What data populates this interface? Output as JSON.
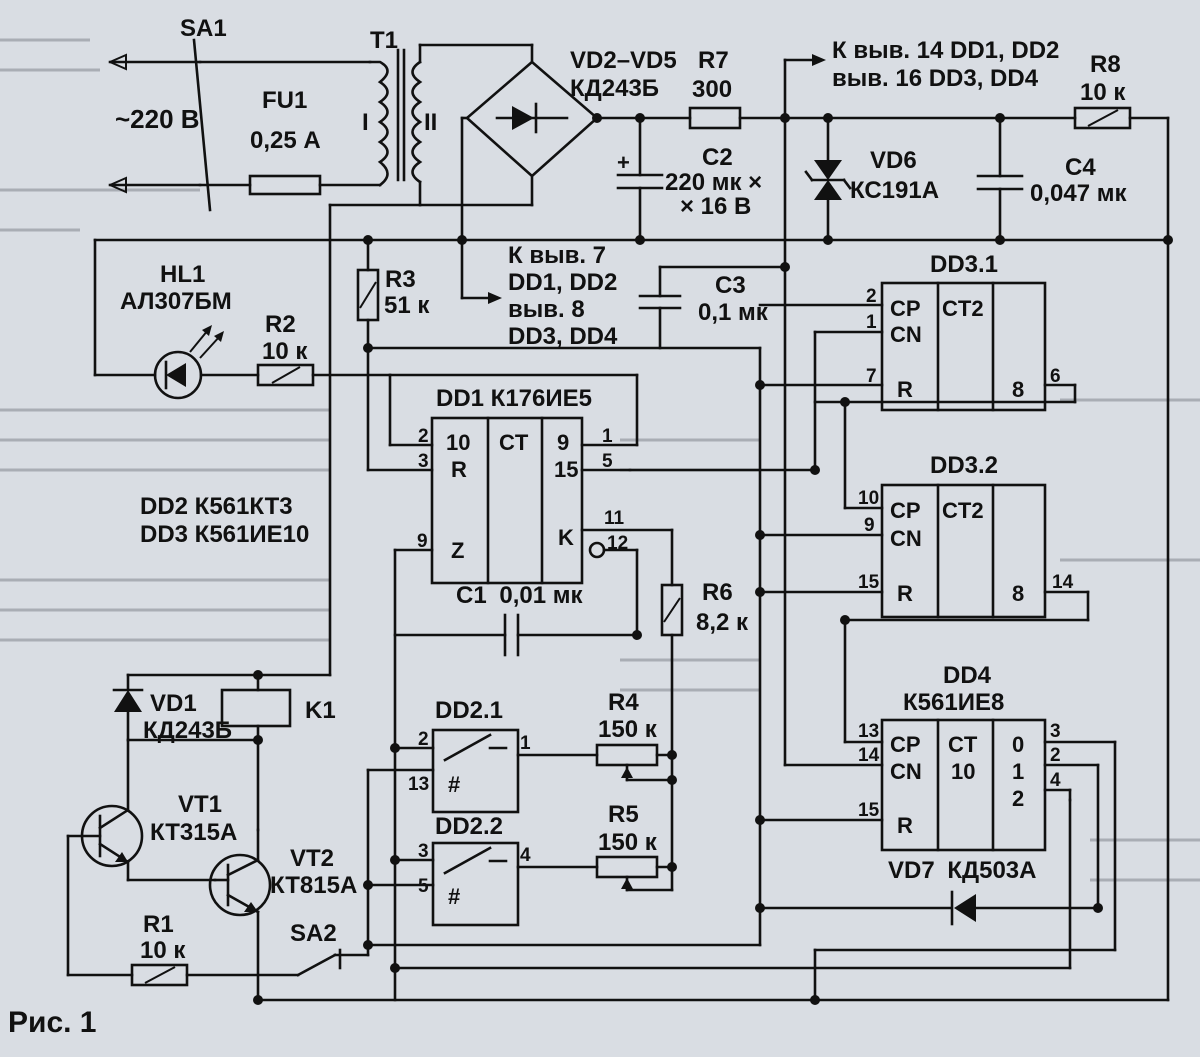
{
  "figure": {
    "caption": "Рис. 1"
  },
  "components": {
    "sa1": "SA1",
    "mains": "~220 В",
    "fu1": {
      "ref": "FU1",
      "value": "0,25 А"
    },
    "t1": {
      "ref": "T1",
      "w1": "I",
      "w2": "II"
    },
    "bridge": {
      "ref": "VD2–VD5",
      "type": "КД243Б"
    },
    "r7": {
      "ref": "R7",
      "value": "300"
    },
    "note_top": {
      "line1": "К выв. 14 DD1, DD2",
      "line2": "выв. 16 DD3, DD4"
    },
    "r8": {
      "ref": "R8",
      "value": "10 к"
    },
    "c2": {
      "ref": "C2",
      "value1": "220 мк ×",
      "value2": "× 16 В",
      "plus": "+"
    },
    "vd6": {
      "ref": "VD6",
      "type": "КС191А"
    },
    "c4": {
      "ref": "C4",
      "value": "0,047 мк"
    },
    "note_gnd": {
      "line1": "К выв. 7",
      "line2": "DD1, DD2",
      "line3": "выв. 8",
      "line4": "DD3, DD4"
    },
    "c3": {
      "ref": "C3",
      "value": "0,1 мк"
    },
    "hl1": {
      "ref": "HL1",
      "type": "АЛ307БМ"
    },
    "r3": {
      "ref": "R3",
      "value": "51 к"
    },
    "r2": {
      "ref": "R2",
      "value": "10 к"
    },
    "dd1": {
      "title": "DD1 К176ИЕ5",
      "ct": "CT",
      "r": "R",
      "z": "Z",
      "k": "K",
      "p10": "10",
      "p9": "9",
      "p15": "15",
      "pins": {
        "2": "2",
        "3": "3",
        "1": "1",
        "5": "5",
        "11": "11",
        "12": "12",
        "9": "9"
      }
    },
    "types": {
      "dd2": "DD2  К561КТ3",
      "dd3": "DD3  К561ИЕ10"
    },
    "c1": {
      "ref": "C1",
      "value": "0,01 мк"
    },
    "r6": {
      "ref": "R6",
      "value": "8,2 к"
    },
    "dd31": {
      "title": "DD3.1",
      "cp": "CP",
      "cn": "CN",
      "r": "R",
      "ct": "CT2",
      "q": "8",
      "pins": {
        "a": "2",
        "b": "1",
        "c": "7",
        "d": "6"
      }
    },
    "dd32": {
      "title": "DD3.2",
      "cp": "CP",
      "cn": "CN",
      "r": "R",
      "ct": "CT2",
      "q": "8",
      "pins": {
        "a": "10",
        "b": "9",
        "c": "15",
        "d": "14"
      }
    },
    "dd4": {
      "title1": "DD4",
      "title2": "К561ИЕ8",
      "cp": "CP",
      "cn": "CN",
      "r": "R",
      "ct": "CT",
      "ten": "10",
      "q0": "0",
      "q1": "1",
      "q2": "2",
      "pins": {
        "a": "13",
        "b": "14",
        "c": "15",
        "d": "3",
        "e": "2",
        "f": "4"
      }
    },
    "vd7": {
      "ref": "VD7",
      "type": "КД503А"
    },
    "k1": "K1",
    "vd1": {
      "ref": "VD1",
      "type": "КД243Б"
    },
    "dd21": {
      "title": "DD2.1",
      "sym": "#",
      "pins": {
        "a": "2",
        "b": "13",
        "c": "1"
      }
    },
    "dd22": {
      "title": "DD2.2",
      "sym": "#",
      "pins": {
        "a": "3",
        "b": "5",
        "c": "4"
      }
    },
    "r4": {
      "ref": "R4",
      "value": "150 к"
    },
    "r5": {
      "ref": "R5",
      "value": "150 к"
    },
    "vt1": {
      "ref": "VT1",
      "type": "КТ315А"
    },
    "vt2": {
      "ref": "VT2",
      "type": "КТ815А"
    },
    "r1": {
      "ref": "R1",
      "value": "10 к"
    },
    "sa2": "SA2"
  }
}
